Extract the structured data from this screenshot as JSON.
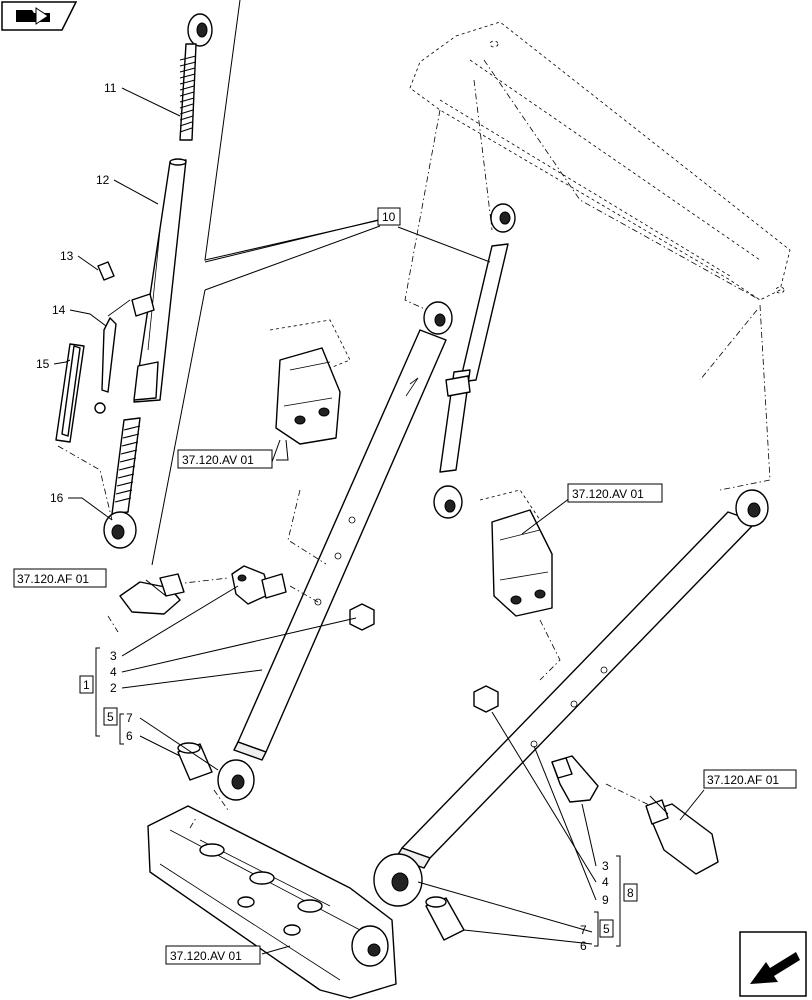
{
  "callouts": {
    "c1": "1",
    "c2": "2",
    "c3": "3",
    "c4": "4",
    "c5": "5",
    "c6": "6",
    "c7": "7",
    "c10": "10",
    "c11": "11",
    "c12": "12",
    "c13": "13",
    "c14": "14",
    "c15": "15",
    "c16": "16",
    "r3": "3",
    "r4": "4",
    "r9": "9",
    "r8": "8",
    "r7": "7",
    "r6": "6",
    "r5": "5"
  },
  "references": {
    "av_top": "37.120.AV 01",
    "av_right": "37.120.AV 01",
    "af_left": "37.120.AF 01",
    "af_right": "37.120.AF 01",
    "av_bottom": "37.120.AV 01"
  },
  "icons": {
    "top_left": "book-arrow-icon",
    "bottom_right": "next-page-arrow-icon"
  }
}
